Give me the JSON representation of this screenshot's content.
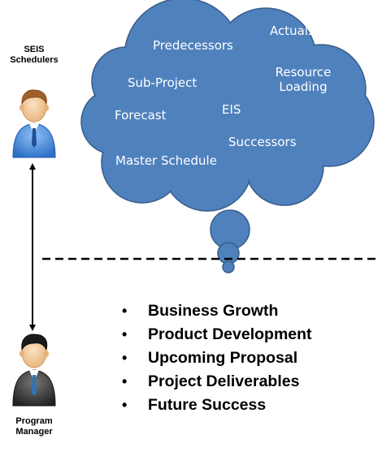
{
  "people": {
    "top": {
      "lines": [
        "SEIS",
        "Schedulers"
      ],
      "icon": "business-person-icon"
    },
    "bottom": {
      "lines": [
        "Program",
        "Manager"
      ],
      "icon": "business-person-icon"
    }
  },
  "thought_cloud": {
    "fill": "#4f81bd",
    "stroke": "#385d8a",
    "terms": {
      "predecessors": "Predecessors",
      "actuals": "Actuals",
      "sub_project": "Sub-Project",
      "resource_loading_1": "Resource",
      "resource_loading_2": "Loading",
      "forecast": "Forecast",
      "eis": "EIS",
      "successors": "Successors",
      "master_schedule": "Master Schedule"
    }
  },
  "priorities": [
    "Business Growth",
    "Product Development",
    "Upcoming Proposal",
    "Project Deliverables",
    "Future Success"
  ],
  "colors": {
    "scheduler_shirt": "#4a86d8",
    "manager_suit": "#404040",
    "skin": "#f2c79a",
    "hair": "#a0602a",
    "tie": "#2e75b6"
  }
}
